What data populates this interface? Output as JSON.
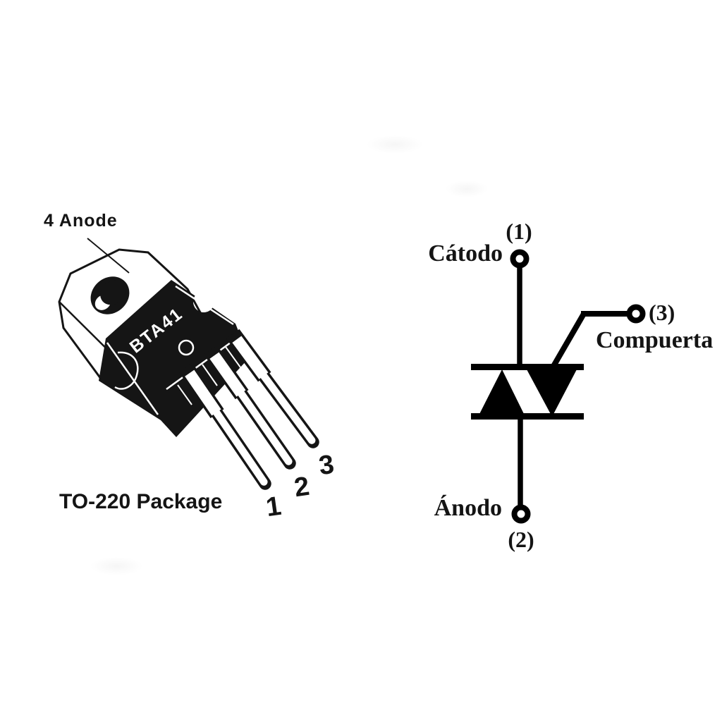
{
  "page": {
    "background": "#ffffff",
    "ink": "#141414"
  },
  "package_diagram": {
    "pin4_label": "4 Anode",
    "part_number": "BTA41",
    "caption": "TO-220 Package",
    "pins": [
      {
        "label": "1"
      },
      {
        "label": "2"
      },
      {
        "label": "3"
      }
    ]
  },
  "schematic": {
    "terminals": {
      "cathode": {
        "name": "Cátodo",
        "number": "(1)"
      },
      "anode": {
        "name": "Ánodo",
        "number": "(2)"
      },
      "gate": {
        "name": "Compuerta",
        "number": "(3)"
      }
    }
  }
}
